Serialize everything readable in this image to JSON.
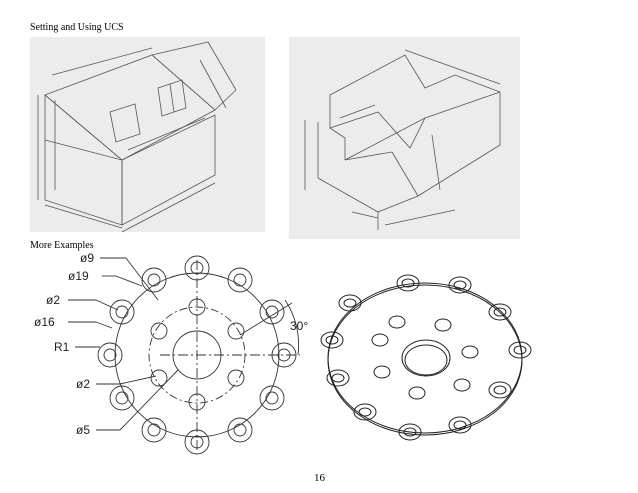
{
  "sections": {
    "top_heading": "Setting and Using UCS",
    "bottom_heading": "More Examples"
  },
  "callouts": {
    "d9": "ø9",
    "d19": "ø19",
    "d2a": "ø2",
    "d16": "ø16",
    "r1": "R1",
    "d2b": "ø2",
    "d5": "ø5",
    "angle": "30°"
  },
  "page_number": "16"
}
